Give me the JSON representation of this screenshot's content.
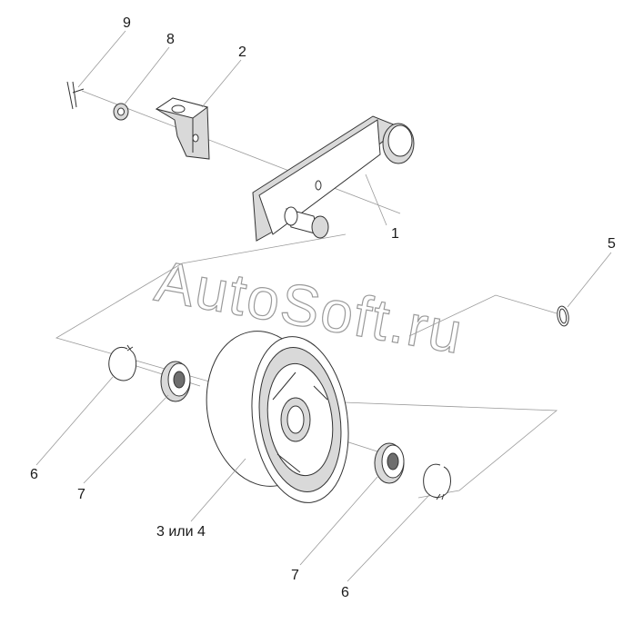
{
  "labels": {
    "l9": "9",
    "l8": "8",
    "l2": "2",
    "l1": "1",
    "l5": "5",
    "l6a": "6",
    "l7a": "7",
    "l34": "3 или 4",
    "l7b": "7",
    "l6b": "6"
  },
  "watermark": "AutoSoft.ru"
}
